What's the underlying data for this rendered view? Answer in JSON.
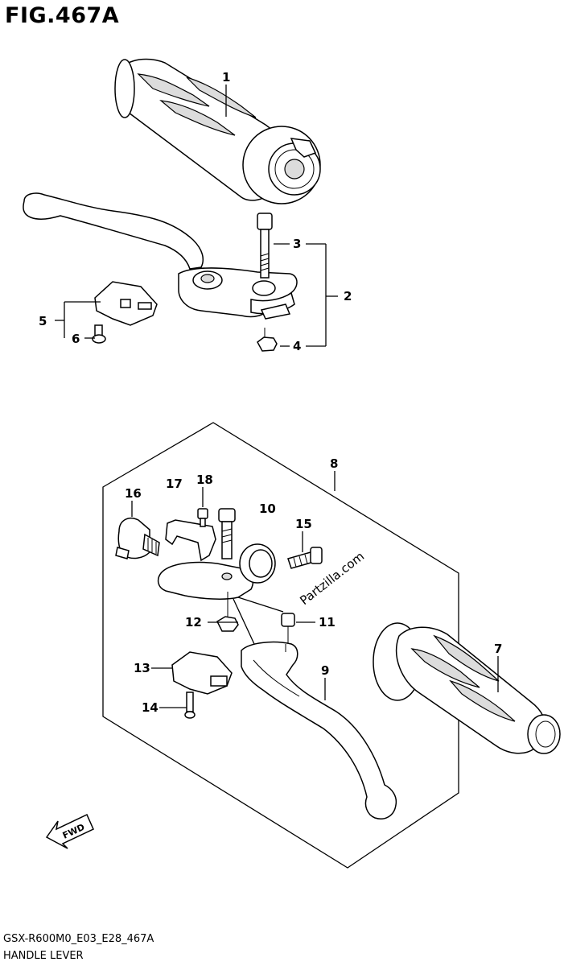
{
  "figure": {
    "title": "FIG.467A"
  },
  "footer": {
    "code": "GSX-R600M0_E03_E28_467A",
    "name": "HANDLE LEVER"
  },
  "watermark": "Partzilla.com",
  "direction": "FWD",
  "callouts": {
    "c1": "1",
    "c2": "2",
    "c3": "3",
    "c4": "4",
    "c5": "5",
    "c6": "6",
    "c7": "7",
    "c8": "8",
    "c9": "9",
    "c10": "10",
    "c11": "11",
    "c12": "12",
    "c13": "13",
    "c14": "14",
    "c15": "15",
    "c16": "16",
    "c17": "17",
    "c18": "18"
  }
}
